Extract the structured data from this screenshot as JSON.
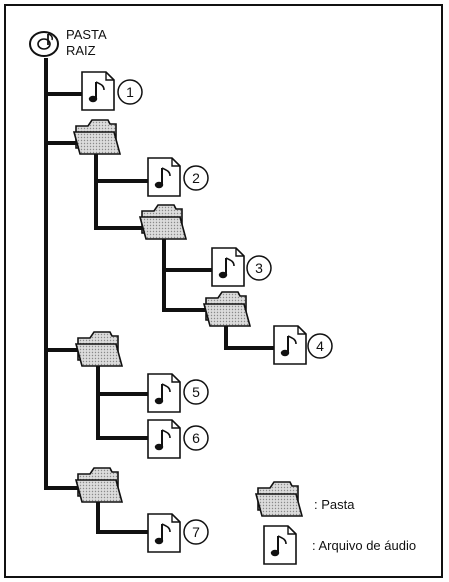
{
  "diagram": {
    "root_label_line1": "PASTA",
    "root_label_line2": "RAIZ",
    "files": [
      {
        "number": "1"
      },
      {
        "number": "2"
      },
      {
        "number": "3"
      },
      {
        "number": "4"
      },
      {
        "number": "5"
      },
      {
        "number": "6"
      },
      {
        "number": "7"
      }
    ],
    "legend": {
      "folder_label": ": Pasta",
      "audio_file_label": ": Arquivo de áudio"
    }
  },
  "colors": {
    "line": "#111111",
    "folder_fill": "#c9c9c9",
    "file_fill": "#ffffff",
    "frame": "#111111"
  }
}
